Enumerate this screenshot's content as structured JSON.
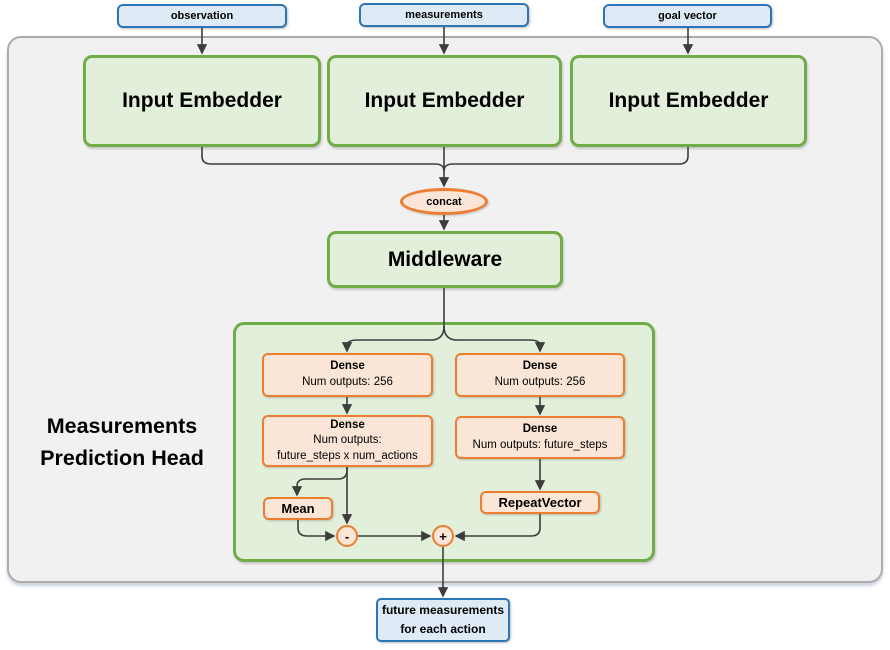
{
  "colors": {
    "blue_border": "#2E75B6",
    "blue_fill": "#DEEBF7",
    "green_border": "#70AD47",
    "green_fill": "#E2EFDA",
    "orange_border": "#ED7D31",
    "orange_fill": "#FBE5D6",
    "container_fill": "#F1F1F1",
    "container_border": "#ACACAC",
    "line_color": "#3D3D3D"
  },
  "inputs": [
    {
      "label": "observation"
    },
    {
      "label": "measurements"
    },
    {
      "label": "goal vector"
    }
  ],
  "embedders": [
    "Input Embedder",
    "Input Embedder",
    "Input Embedder"
  ],
  "concat_label": "concat",
  "middleware_label": "Middleware",
  "group": {
    "label_line1": "Measurements",
    "label_line2": "Prediction Head"
  },
  "nodes": {
    "dense_left_1": {
      "title": "Dense",
      "subtitle": "Num outputs: 256"
    },
    "dense_right_1": {
      "title": "Dense",
      "subtitle": "Num outputs: 256"
    },
    "dense_left_2": {
      "title": "Dense",
      "subtitle": "Num outputs:",
      "subtitle2": "future_steps x num_actions"
    },
    "dense_right_2": {
      "title": "Dense",
      "subtitle": "Num outputs: future_steps"
    },
    "mean": {
      "title": "Mean"
    },
    "repeat_vector": {
      "title": "RepeatVector"
    },
    "minus_op": "-",
    "plus_op": "+"
  },
  "output": {
    "line1": "future measurements",
    "line2": "for each action"
  }
}
